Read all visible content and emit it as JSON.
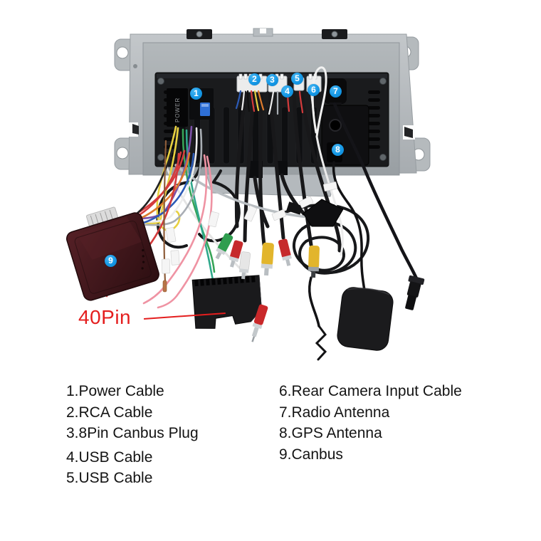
{
  "figure": {
    "pin_label": "40Pin",
    "power_label": "POWER",
    "markers": [
      "1",
      "2",
      "3",
      "4",
      "5",
      "6",
      "7",
      "8",
      "9"
    ],
    "colors": {
      "marker_blue": "#1598e6",
      "pin_label_red": "#e41e1e"
    }
  },
  "legend": {
    "left": [
      "1.Power Cable",
      "2.RCA Cable",
      "3.8Pin Canbus Plug",
      "4.USB Cable",
      "5.USB Cable"
    ],
    "right": [
      "6.Rear Camera Input Cable",
      "7.Radio Antenna",
      "8.GPS Antenna",
      "9.Canbus"
    ]
  }
}
